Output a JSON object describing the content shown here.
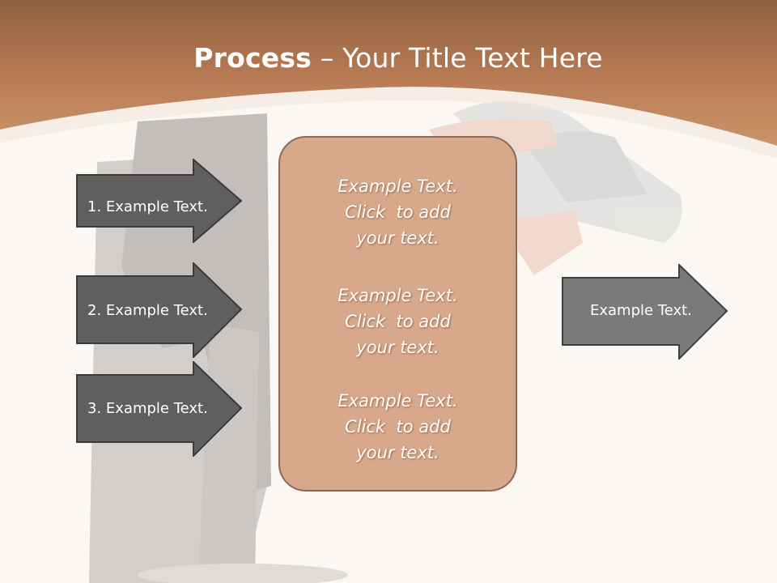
{
  "slide": {
    "title_bold": "Process",
    "title_rest": " – Your Title Text Here",
    "left_steps": [
      {
        "label": "1. Example Text."
      },
      {
        "label": "2. Example Text."
      },
      {
        "label": "3. Example Text."
      }
    ],
    "center_blocks": [
      {
        "line1": "Example Text.",
        "line2": "Click  to add",
        "line3": "your text."
      },
      {
        "line1": "Example Text.",
        "line2": "Click  to add",
        "line3": "your text."
      },
      {
        "line1": "Example Text.",
        "line2": "Click  to add",
        "line3": "your text."
      }
    ],
    "right_step": {
      "label": "Example Text."
    }
  },
  "colors": {
    "header_brown": "#c68a60",
    "center_box": "#d8a88a",
    "arrow_dark": "#5f5f5f",
    "arrow_right": "#7a7a7a",
    "background": "#fbf7f3"
  },
  "icons": [
    "arrow-shape",
    "phone-image"
  ]
}
